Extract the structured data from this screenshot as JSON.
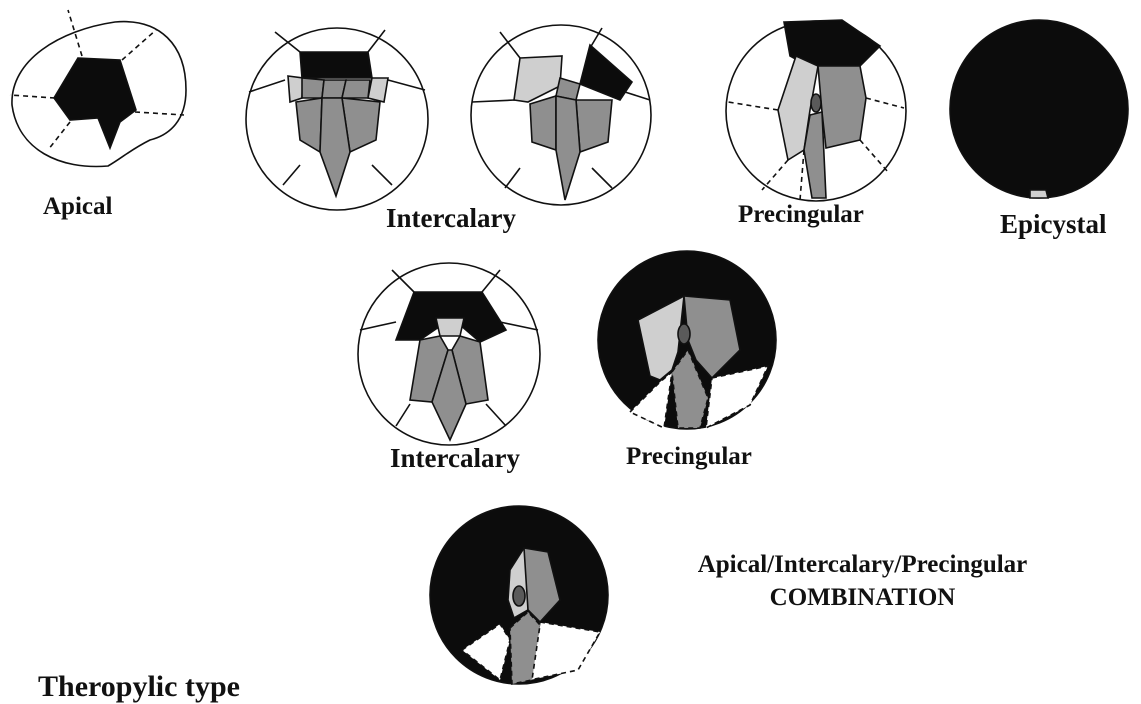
{
  "colors": {
    "paper": "#ffffff",
    "outline": "#111111",
    "removed_plate": "#0c0c0c",
    "light_plate": "#cfcfcf",
    "mid_plate": "#8f8f8f",
    "dark_plate": "#5a5a5a"
  },
  "labels": {
    "apical": "Apical",
    "intercalary_1": "Intercalary",
    "precingular_1": "Precingular",
    "epicystal": "Epicystal",
    "intercalary_2": "Intercalary",
    "precingular_2": "Precingular",
    "combination_line1": "Apical/Intercalary/Precingular",
    "combination_line2": "COMBINATION",
    "footer": "Theropylic type"
  },
  "figures": [
    {
      "id": "apical",
      "archeopyle": "apical"
    },
    {
      "id": "intercalary-1",
      "archeopyle": "intercalary"
    },
    {
      "id": "intercalary-1b",
      "archeopyle": "intercalary"
    },
    {
      "id": "precingular-1",
      "archeopyle": "precingular"
    },
    {
      "id": "epicystal",
      "archeopyle": "epicystal"
    },
    {
      "id": "intercalary-2",
      "archeopyle": "intercalary"
    },
    {
      "id": "precingular-2",
      "archeopyle": "precingular"
    },
    {
      "id": "combination",
      "archeopyle": "combination"
    }
  ]
}
